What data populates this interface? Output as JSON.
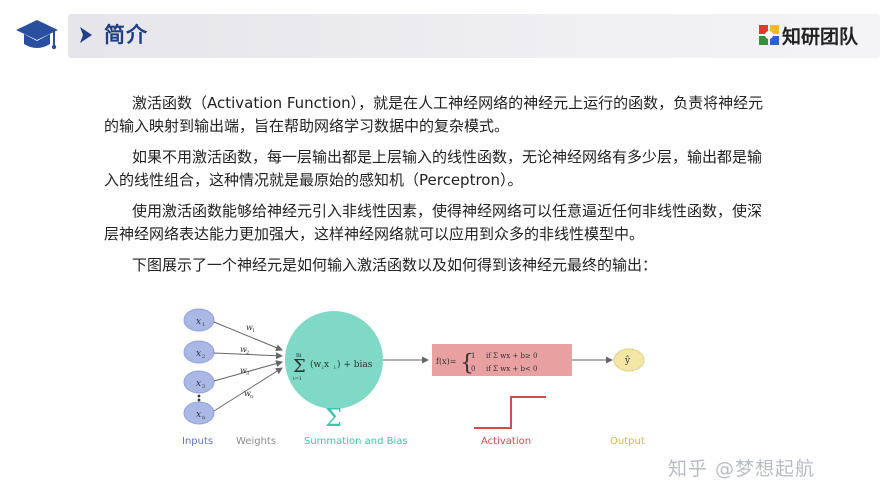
{
  "header": {
    "title": "简介",
    "logo_text": "知研团队"
  },
  "paragraphs": [
    "激活函数（Activation Function），就是在人工神经网络的神经元上运行的函数，负责将神经元的输入映射到输出端，旨在帮助网络学习数据中的复杂模式。",
    "如果不用激活函数，每一层输出都是上层输入的线性函数，无论神经网络有多少层，输出都是输入的线性组合，这种情况就是最原始的感知机（Perceptron）。",
    "使用激活函数能够给神经元引入非线性因素，使得神经网络可以任意逼近任何非线性函数，使深层神经网络表达能力更加强大，这样神经网络就可以应用到众多的非线性模型中。",
    "下图展示了一个神经元是如何输入激活函数以及如何得到该神经元最终的输出："
  ],
  "diagram": {
    "inputs": [
      "x",
      "x",
      "x",
      "x"
    ],
    "input_subs": [
      "1",
      "2",
      "3",
      "n"
    ],
    "weights": [
      "w",
      "w",
      "w",
      "w"
    ],
    "weight_subs": [
      "1",
      "2",
      "3",
      "n"
    ],
    "sum_top": "m",
    "sum_bottom": "i=1",
    "sum_expr": "(w",
    "sum_expr_sub": "i",
    "sum_expr_x": " x",
    "sum_expr_xsub": "i",
    "sum_expr_rest": ") + bias",
    "act_fx": "f(x)=",
    "act_one": "1",
    "act_zero": "0",
    "act_line1": "if Σ wx + b≥ 0",
    "act_line2": "if Σ wx + b< 0",
    "output": "ŷ",
    "sigma_big": "Σ",
    "labels": {
      "inputs": "Inputs",
      "weights": "Weights",
      "summation": "Summation and Bias",
      "activation": "Activation",
      "output": "Output"
    },
    "colors": {
      "input_node": "#aab8e6",
      "sum_node": "#7fd9c6",
      "activation_box": "#e8a0a0",
      "output_node": "#f3e6a6",
      "label_inputs": "#5a78c8",
      "label_summation": "#3fc4b0",
      "label_activation": "#d84a4a",
      "label_output": "#d9b24a"
    }
  },
  "watermark": "知乎 @梦想起航"
}
